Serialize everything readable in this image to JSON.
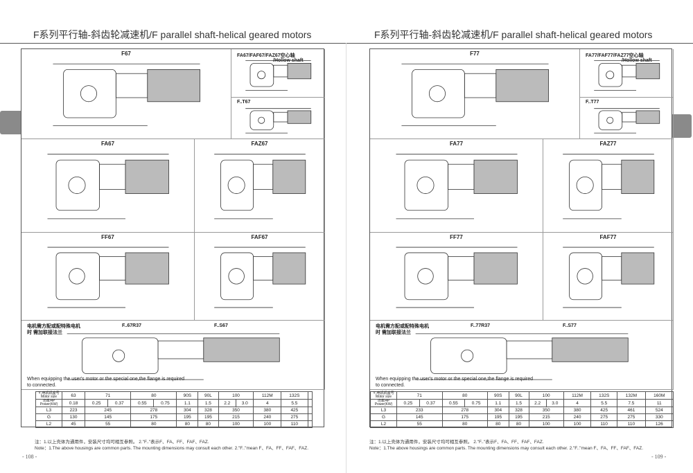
{
  "pages": [
    {
      "header": "F系列平行轴-斜齿轮减速机/F parallel shaft-helical geared motors",
      "page_number": "- 108 -",
      "panels": {
        "main": "F67",
        "hollow": "FA67/FAF67/FAZ67空心轴",
        "hollow_en": "/Hollow shaft",
        "t": "F..T67",
        "fa": "FA67",
        "faz": "FAZ67",
        "ff": "FF67",
        "faf": "FAF67",
        "r37": "F..67R37",
        "s": "F..S67"
      },
      "flange_note_cn": "电机需方配或配特殊电机时 需加联接法兰",
      "flange_note_en": "When equipping the user's motor or the special one,the flange is required to connected.",
      "table": {
        "h_size": "Y₂电机机座号 Motor size",
        "h_power": "功率/4P Power(KW)",
        "sizes": [
          "63",
          "71",
          "80",
          "90S",
          "90L",
          "100",
          "112M",
          "132S",
          ""
        ],
        "power": [
          [
            "0.18"
          ],
          [
            "0.25",
            "0.37"
          ],
          [
            "0.55",
            "0.75"
          ],
          [
            "1.1"
          ],
          [
            "1.5"
          ],
          [
            "2.2",
            "3.0"
          ],
          [
            "4"
          ],
          [
            "5.5"
          ],
          [
            ""
          ]
        ],
        "rows": [
          {
            "label": "L3",
            "values": [
              "223",
              "245",
              "278",
              "304",
              "328",
              "350",
              "380",
              "425",
              ""
            ]
          },
          {
            "label": "G",
            "values": [
              "130",
              "145",
              "175",
              "195",
              "195",
              "215",
              "240",
              "275",
              ""
            ]
          },
          {
            "label": "L2",
            "values": [
              "45",
              "55",
              "80",
              "80",
              "80",
              "100",
              "100",
              "110",
              ""
            ]
          }
        ]
      },
      "note_cn": "注：1.以上壳体为通用件，安装尺寸均可相互参照。 2.\"F..\"表示F、FA、FF、FAF、FAZ.",
      "note_en": "Note：1.The above housings are common parts. The mounting dimensions may consult each other.    2.\"F..\"mean F、FA、FF、FAF、FAZ."
    },
    {
      "header": "F系列平行轴-斜齿轮减速机/F parallel shaft-helical geared motors",
      "page_number": "- 109 -",
      "panels": {
        "main": "F77",
        "hollow": "FA77/FAF77/FAZ77空心轴",
        "hollow_en": "/Hollow shaft",
        "t": "F..T77",
        "fa": "FA77",
        "faz": "FAZ77",
        "ff": "FF77",
        "faf": "FAF77",
        "r37": "F..77R37",
        "s": "F..S77"
      },
      "flange_note_cn": "电机需方配或配特殊电机时 需加联接法兰",
      "flange_note_en": "When equipping the user's motor or the special one,the flange is required to connected.",
      "table": {
        "h_size": "Y₂电机机座号 Motor size",
        "h_power": "功率/4P Power(KW)",
        "sizes": [
          "71",
          "80",
          "90S",
          "90L",
          "100",
          "112M",
          "132S",
          "132M",
          "160M"
        ],
        "power": [
          [
            "0.25",
            "0.37"
          ],
          [
            "0.55",
            "0.75"
          ],
          [
            "1.1"
          ],
          [
            "1.5"
          ],
          [
            "2.2",
            "3.0"
          ],
          [
            "4"
          ],
          [
            "5.5"
          ],
          [
            "7.5"
          ],
          [
            "11"
          ]
        ],
        "rows": [
          {
            "label": "L3",
            "values": [
              "233",
              "278",
              "304",
              "328",
              "350",
              "380",
              "425",
              "461",
              "524"
            ]
          },
          {
            "label": "G",
            "values": [
              "145",
              "175",
              "195",
              "195",
              "215",
              "240",
              "275",
              "275",
              "330"
            ]
          },
          {
            "label": "L2",
            "values": [
              "55",
              "80",
              "80",
              "80",
              "100",
              "100",
              "110",
              "110",
              "126"
            ]
          }
        ]
      },
      "note_cn": "注：1.以上壳体为通用件，安装尺寸均可相互参照。 2.\"F..\"表示F、FA、FF、FAF、FAZ.",
      "note_en": "Note：1.The above housings are common parts. The mounting dimensions may consult each other.    2.\"F..\"mean F、FA、FF、FAF、FAZ."
    }
  ]
}
